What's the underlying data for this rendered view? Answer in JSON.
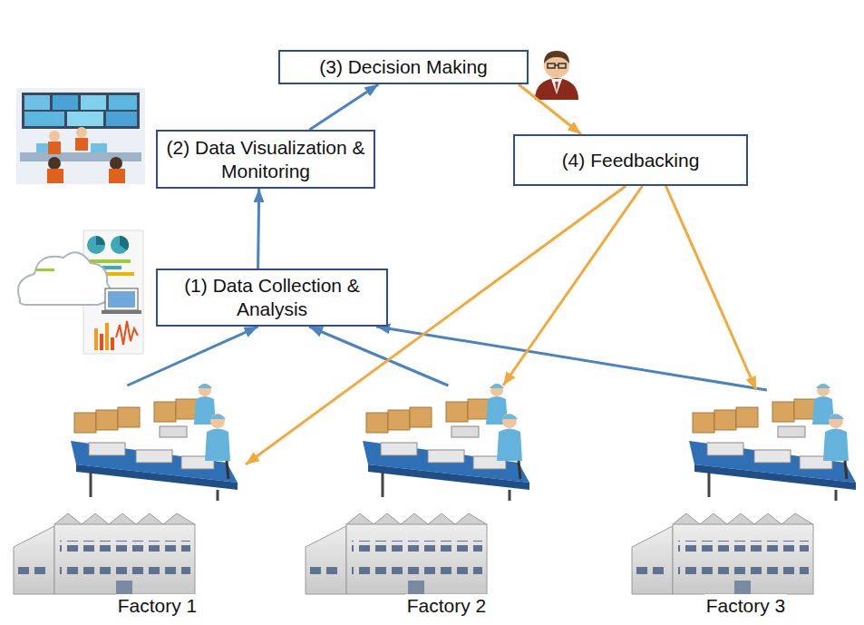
{
  "diagram": {
    "nodes": [
      {
        "text": [
          "(1) Data Collection & Analysis"
        ]
      },
      {
        "text": [
          "(2) Data Visualization & Monitoring"
        ]
      },
      {
        "text": [
          "(3) Decision Making"
        ]
      },
      {
        "text": [
          "(4) Feedbacking"
        ]
      },
      {
        "text": [
          "Factory 1"
        ]
      },
      {
        "text": [
          "Factory 2"
        ]
      },
      {
        "text": [
          "Factory 3"
        ]
      }
    ],
    "edges": [
      {
        "from": 4,
        "to": 0,
        "arrow": "to"
      },
      {
        "from": 5,
        "to": 0,
        "arrow": "to"
      },
      {
        "from": 6,
        "to": 0,
        "arrow": "to"
      },
      {
        "from": 0,
        "to": 1,
        "arrow": "to"
      },
      {
        "from": 1,
        "to": 2,
        "arrow": "to"
      },
      {
        "from": 2,
        "to": 3,
        "arrow": "to"
      },
      {
        "from": 3,
        "to": 4,
        "arrow": "to"
      },
      {
        "from": 3,
        "to": 5,
        "arrow": "to"
      },
      {
        "from": 3,
        "to": 6,
        "arrow": "to"
      }
    ]
  }
}
